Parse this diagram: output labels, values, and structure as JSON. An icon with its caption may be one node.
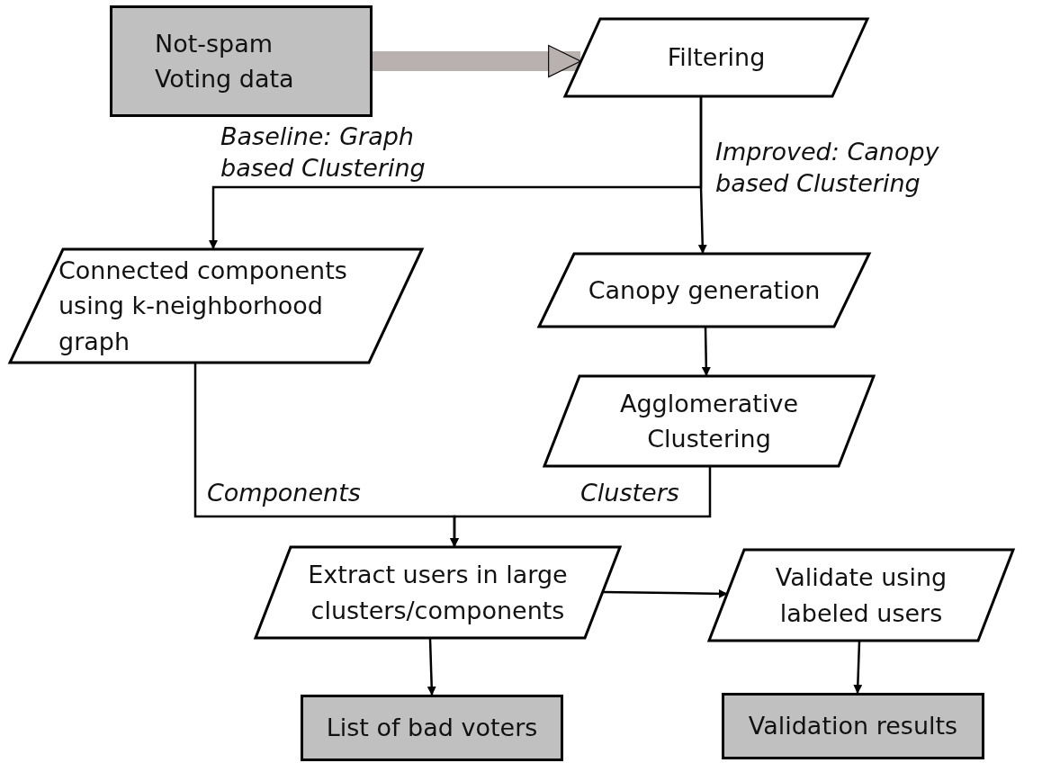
{
  "diagram": {
    "nodes": [
      {
        "text": [
          "Not-spam Voting data"
        ]
      },
      {
        "text": [
          "Filtering"
        ]
      },
      {
        "text": [
          "Connected components using k-neighborhood graph"
        ]
      },
      {
        "text": [
          "Canopy generation"
        ]
      },
      {
        "text": [
          "Agglomerative Clustering"
        ]
      },
      {
        "text": [
          "Extract users in large clusters/components"
        ]
      },
      {
        "text": [
          "Validate using labeled users"
        ]
      },
      {
        "text": [
          "List of bad voters"
        ]
      },
      {
        "text": [
          "Validation results"
        ]
      }
    ],
    "edges": [
      {
        "from": 0,
        "to": 1,
        "arrow": "to",
        "style": "thick",
        "color": "#b9b0b0"
      },
      {
        "from": 1,
        "to": 2,
        "arrow": "to",
        "label": "Baseline: Graph based Clustering"
      },
      {
        "from": 1,
        "to": 3,
        "arrow": "to",
        "label": "Improved: Canopy based Clustering"
      },
      {
        "from": 3,
        "to": 4,
        "arrow": "to"
      },
      {
        "from": 2,
        "to": 5,
        "arrow": "to",
        "label": "Components"
      },
      {
        "from": 4,
        "to": 5,
        "arrow": "to",
        "label": "Clusters"
      },
      {
        "from": 5,
        "to": 6,
        "arrow": "to"
      },
      {
        "from": 5,
        "to": 7,
        "arrow": "to"
      },
      {
        "from": 6,
        "to": 8,
        "arrow": "to"
      }
    ]
  }
}
